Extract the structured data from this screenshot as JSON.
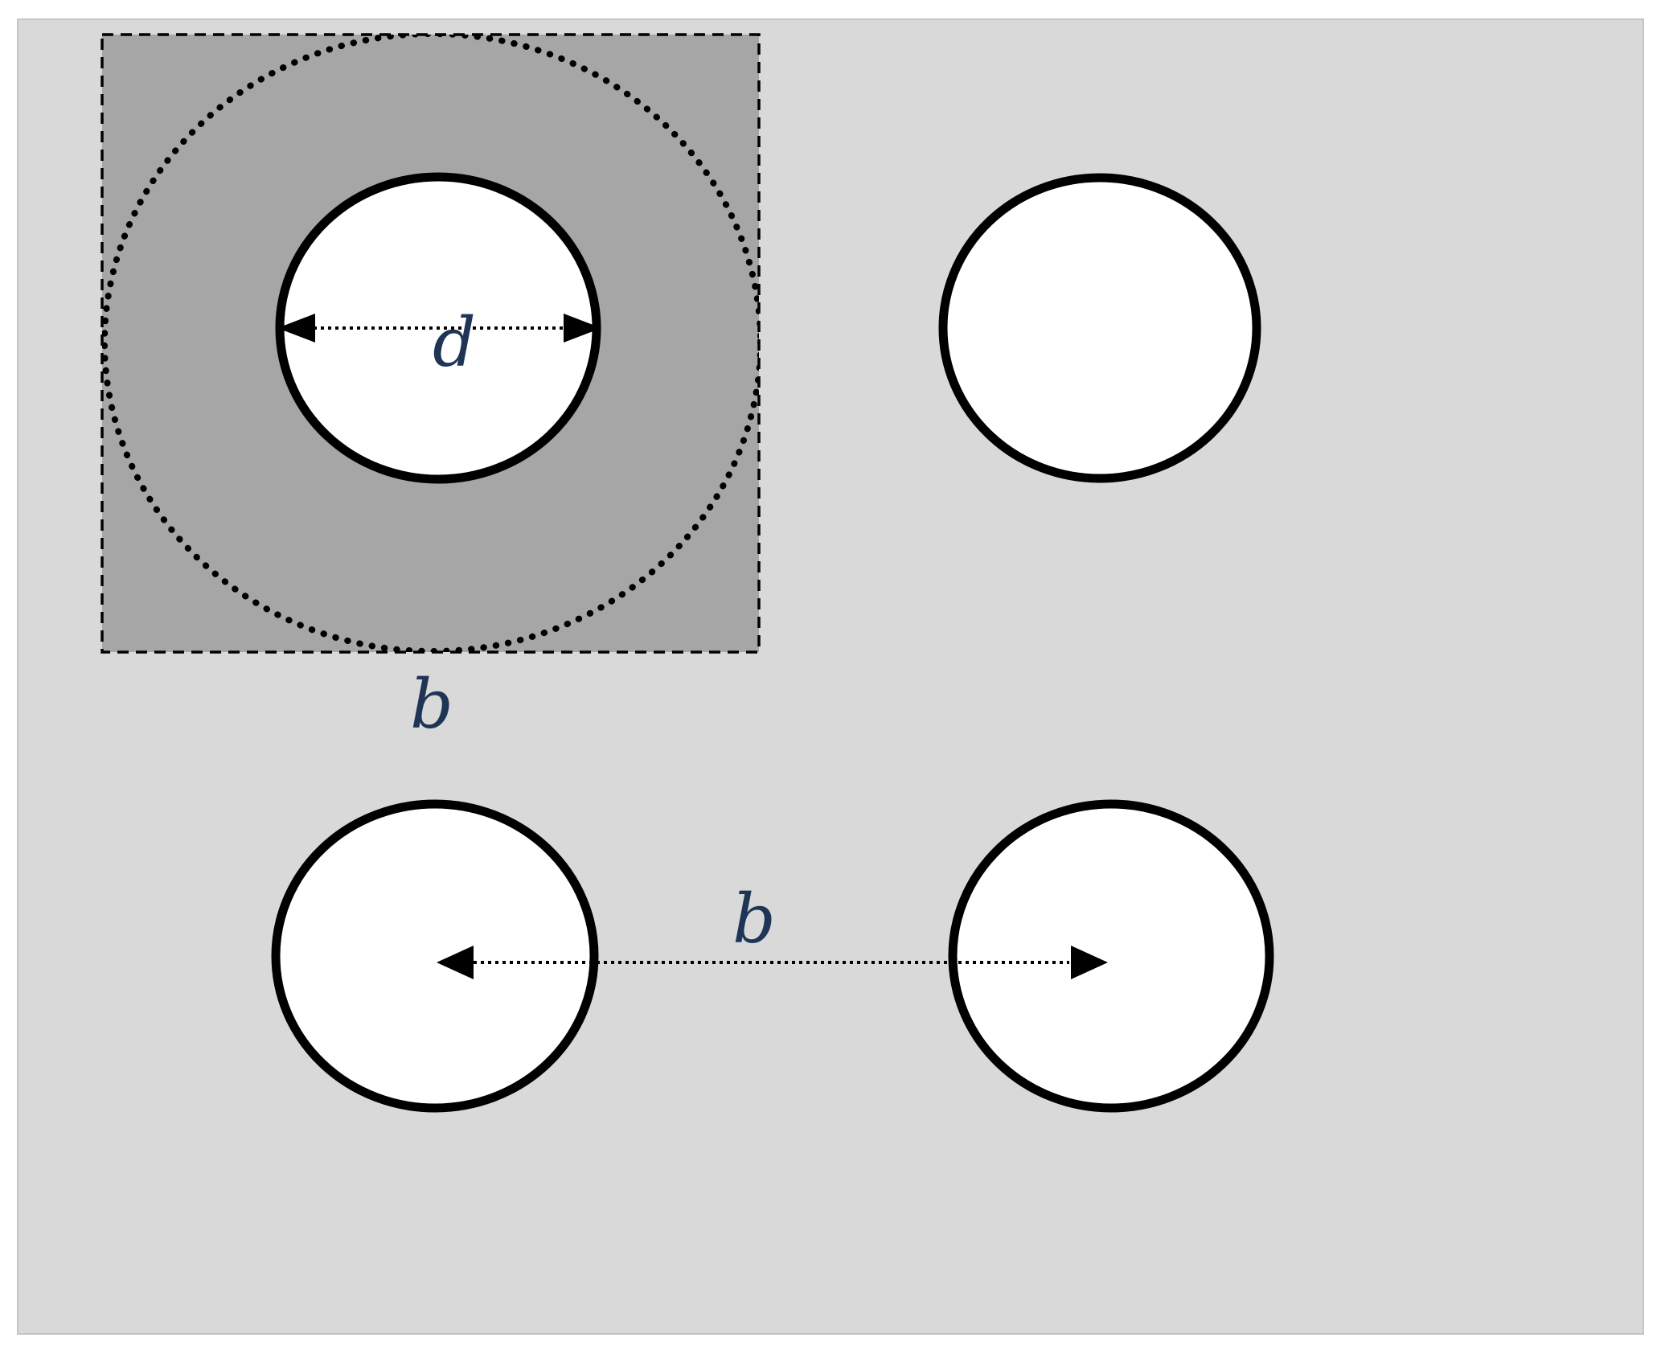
{
  "colors": {
    "page": "#ffffff",
    "background": "#d9d9d9",
    "unit_cell": "#a6a6a6",
    "hole": "#ffffff",
    "stroke": "#000000",
    "label": "#1f3556"
  },
  "labels": {
    "diameter": "d",
    "cell_size": "b",
    "spacing": "b"
  }
}
